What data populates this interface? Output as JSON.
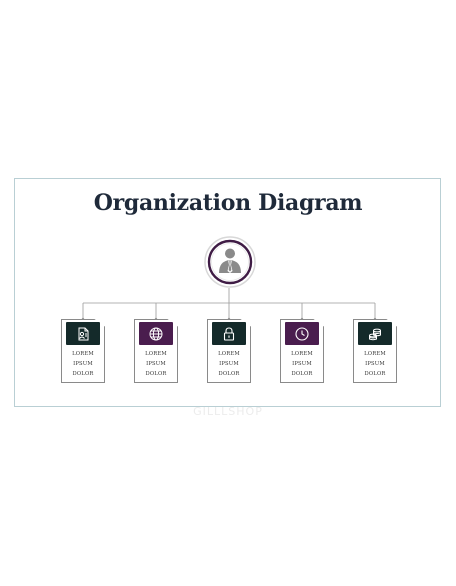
{
  "title": "Organization Diagram",
  "watermark": "GILLLSHOP",
  "colors": {
    "dark": "#142a2a",
    "purple": "#4a1d4e",
    "ring": "#3f1c45",
    "person": "#8a8a8a",
    "connector": "#9a9a9a"
  },
  "center": {
    "icon": "person-icon"
  },
  "cards": [
    {
      "icon": "document-user-icon",
      "color": "dark",
      "lines": [
        "LOREM",
        "IPSUM",
        "DOLOR"
      ]
    },
    {
      "icon": "globe-icon",
      "color": "purple",
      "lines": [
        "LOREM",
        "IPSUM",
        "DOLOR"
      ]
    },
    {
      "icon": "lock-icon",
      "color": "dark",
      "lines": [
        "LOREM",
        "IPSUM",
        "DOLOR"
      ]
    },
    {
      "icon": "clock-icon",
      "color": "purple",
      "lines": [
        "LOREM",
        "IPSUM",
        "DOLOR"
      ]
    },
    {
      "icon": "coins-icon",
      "color": "dark",
      "lines": [
        "LOREM",
        "IPSUM",
        "DOLOR"
      ]
    }
  ]
}
